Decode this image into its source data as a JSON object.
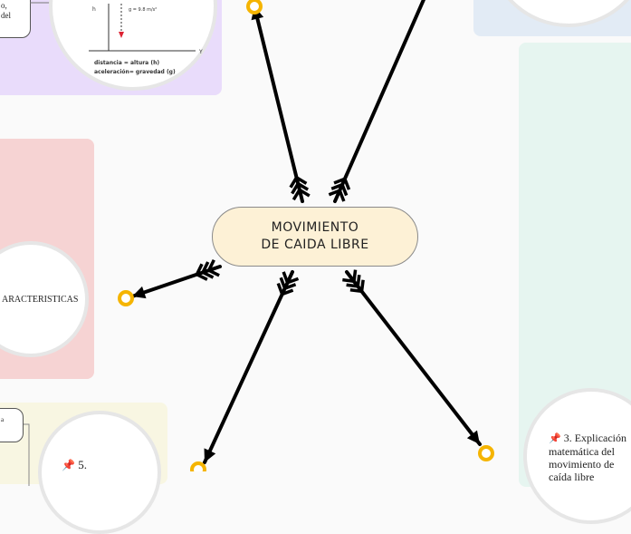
{
  "central_topic": {
    "line1": "MOVIMIENTO",
    "line2": "DE CAIDA LIBRE"
  },
  "top_left_node": {
    "text_line1": "o,",
    "text_line2": "del"
  },
  "graph_image": {
    "axis_h": "h",
    "axis_y": "Y",
    "formula": "g = 9.8 m/s²",
    "caption_line1": "distancia = altura (h)",
    "caption_line2": "aceleración= gravedad (g)"
  },
  "left_topic": {
    "label": "ARACTERISTICAS"
  },
  "bottom_left_node": {
    "text": "a"
  },
  "bottom_topic": {
    "pin": "📌",
    "label": "5."
  },
  "right_topic": {
    "pin": "📌",
    "line1": "3. Explicación",
    "line2": "matemática del",
    "line3": "movimiento de",
    "line4": "caída libre"
  },
  "colors": {
    "panel_purple": "#e9dcfb",
    "panel_blue": "#e2ebf5",
    "panel_green": "#e6f5f0",
    "panel_red": "#f6d3d3",
    "panel_yellow": "#f8f6e2",
    "central_fill": "#fdf1d6",
    "connector": "#000000",
    "endpoint": "#f5b400"
  },
  "icons": [
    "arrowhead-icon",
    "triple-chevron-icon",
    "endpoint-ring-icon",
    "pin-icon"
  ]
}
